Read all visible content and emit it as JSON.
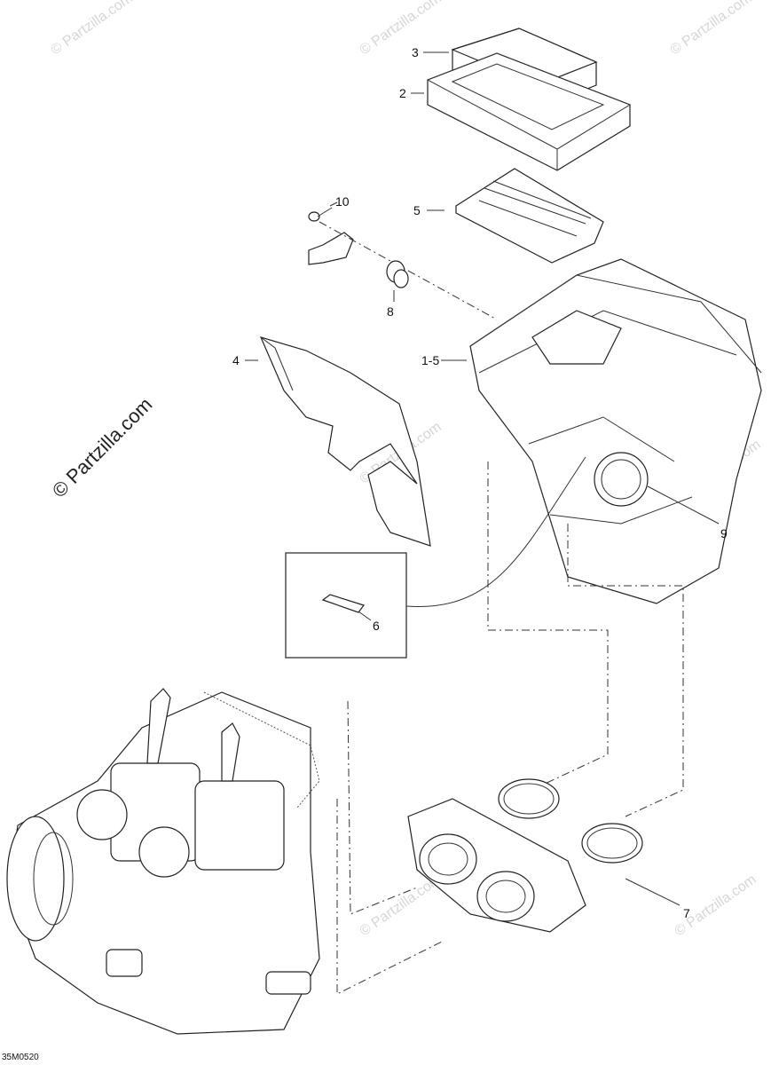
{
  "callouts": [
    {
      "id": "3",
      "text": "3"
    },
    {
      "id": "2",
      "text": "2"
    },
    {
      "id": "10",
      "text": "10"
    },
    {
      "id": "5",
      "text": "5"
    },
    {
      "id": "8",
      "text": "8"
    },
    {
      "id": "4",
      "text": "4"
    },
    {
      "id": "1-5",
      "text": "1-5"
    },
    {
      "id": "9",
      "text": "9"
    },
    {
      "id": "6",
      "text": "6"
    },
    {
      "id": "7",
      "text": "7"
    }
  ],
  "watermark": {
    "brand": "© Partzilla.com",
    "small": "© Partzilla.com"
  },
  "diagram_code": "35M0520"
}
